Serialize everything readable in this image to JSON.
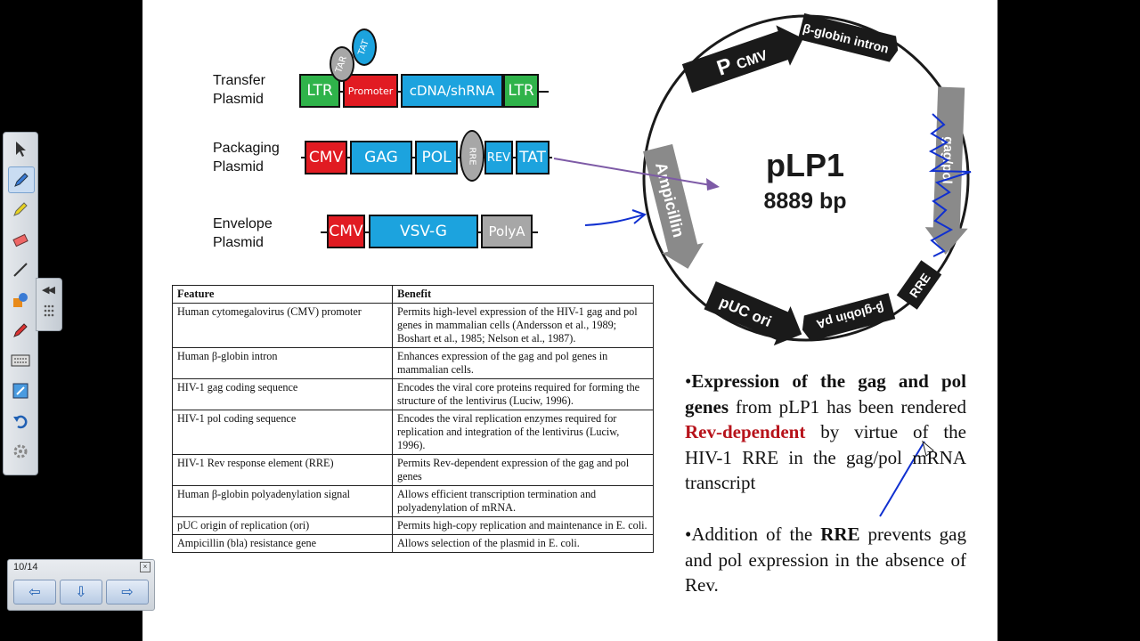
{
  "navigator": {
    "page_indicator": "10/14",
    "close_glyph": "×",
    "prev_glyph": "⇦",
    "menu_glyph": "⇩",
    "next_glyph": "⇨"
  },
  "toolbar": {
    "tools": [
      "select-arrow-icon",
      "pen-icon",
      "highlighter-icon",
      "eraser-icon",
      "line-icon",
      "shapes-icon",
      "magic-pen-icon",
      "keyboard-icon",
      "capture-icon",
      "undo-icon",
      "settings-icon"
    ],
    "selected": "pen-icon"
  },
  "plasmids": {
    "transfer": {
      "label_line1": "Transfer",
      "label_line2": "Plasmid",
      "ltr_left": "LTR",
      "promoter": "Promoter",
      "cdna": "cDNA/shRNA",
      "ltr_right": "LTR",
      "tar": "TAR",
      "tat": "TAT"
    },
    "packaging": {
      "label_line1": "Packaging",
      "label_line2": "Plasmid",
      "cmv": "CMV",
      "gag": "GAG",
      "pol": "POL",
      "rre": "RRE",
      "rev": "REV",
      "tat": "TAT"
    },
    "envelope": {
      "label_line1": "Envelope",
      "label_line2": "Plasmid",
      "cmv": "CMV",
      "vsvg": "VSV-G",
      "polya": "PolyA"
    }
  },
  "table": {
    "headers": [
      "Feature",
      "Benefit"
    ],
    "rows": [
      [
        "Human cytomegalovirus (CMV) promoter",
        "Permits high-level expression of the HIV-1 gag and pol genes in mammalian cells (Andersson et al., 1989; Boshart et al., 1985; Nelson et al., 1987)."
      ],
      [
        "Human β-globin intron",
        "Enhances expression of the gag and pol genes in mammalian cells."
      ],
      [
        "HIV-1 gag coding sequence",
        "Encodes the viral core proteins required for forming the structure of the lentivirus (Luciw, 1996)."
      ],
      [
        "HIV-1 pol coding sequence",
        "Encodes the viral replication enzymes required for replication and integration of the lentivirus (Luciw, 1996)."
      ],
      [
        "HIV-1 Rev response element (RRE)",
        "Permits Rev-dependent expression of the gag and pol genes"
      ],
      [
        "Human β-globin polyadenylation signal",
        "Allows efficient transcription termination and polyadenylation of mRNA."
      ],
      [
        "pUC origin of replication (ori)",
        "Permits high-copy replication and maintenance in E. coli."
      ],
      [
        "Ampicillin (bla) resistance gene",
        "Allows selection of the plasmid in E. coli."
      ]
    ]
  },
  "map": {
    "name": "pLP1",
    "size": "8889 bp",
    "features": {
      "pcmv_main": "P",
      "pcmv_sub": "CMV",
      "bglobin_intron": "β-globin intron",
      "gag_pol": "gag/pol",
      "rre": "RRE",
      "bglobin_pa": "β-globin pA",
      "puc_ori": "pUC ori",
      "ampicillin": "Ampicillin"
    },
    "colors": {
      "dark": "#1a1a1a",
      "gray": "#8a8a8a",
      "ink_blue": "#1030d0",
      "ink_purple": "#7d5aa6"
    }
  },
  "bullets": {
    "b1_prefix": "•",
    "b1_bold": "Expression of the gag and pol genes",
    "b1_mid": " from pLP1 has been rendered ",
    "b1_red": "Rev-dependent",
    "b1_end": " by virtue of the HIV-1 RRE in the gag/pol mRNA transcript",
    "b2_prefix": "•Addition of the ",
    "b2_bold": "RRE",
    "b2_end": " prevents gag and pol expression in the absence of Rev."
  }
}
